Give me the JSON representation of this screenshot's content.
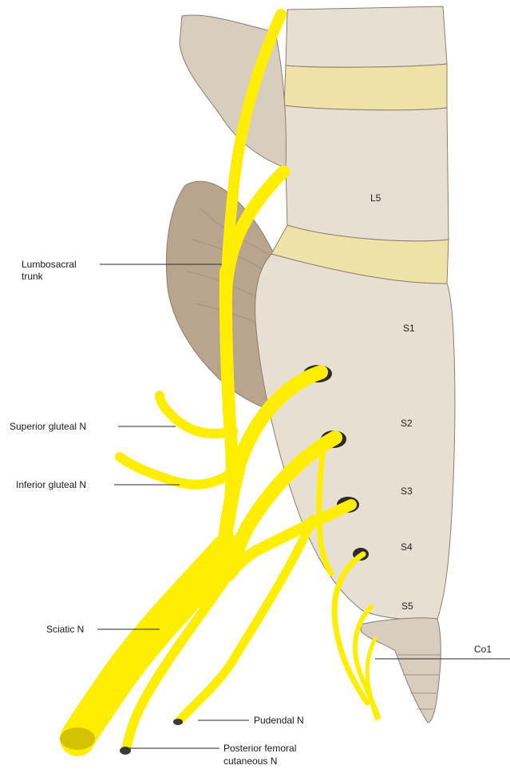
{
  "colors": {
    "nerve": "#ffee00",
    "bone": "#e8dfd3",
    "bone_shade": "#c9bba7",
    "disc": "#efe2a8",
    "ilium": "#b9a58e",
    "outline": "#8b7e6e",
    "foramen": "#2b2b2b"
  },
  "vertebrae": {
    "l5": "L5",
    "s1": "S1",
    "s2": "S2",
    "s3": "S3",
    "s4": "S4",
    "s5": "S5",
    "co1": "Co1"
  },
  "labels": {
    "lumbosacral_line1": "Lumbosacral",
    "lumbosacral_line2": "trunk",
    "superior_gluteal": "Superior gluteal N",
    "inferior_gluteal": "Inferior gluteal N",
    "sciatic": "Sciatic N",
    "pudendal": "Pudendal N",
    "posterior_femoral_line1": "Posterior femoral",
    "posterior_femoral_line2": "cutaneous N"
  }
}
